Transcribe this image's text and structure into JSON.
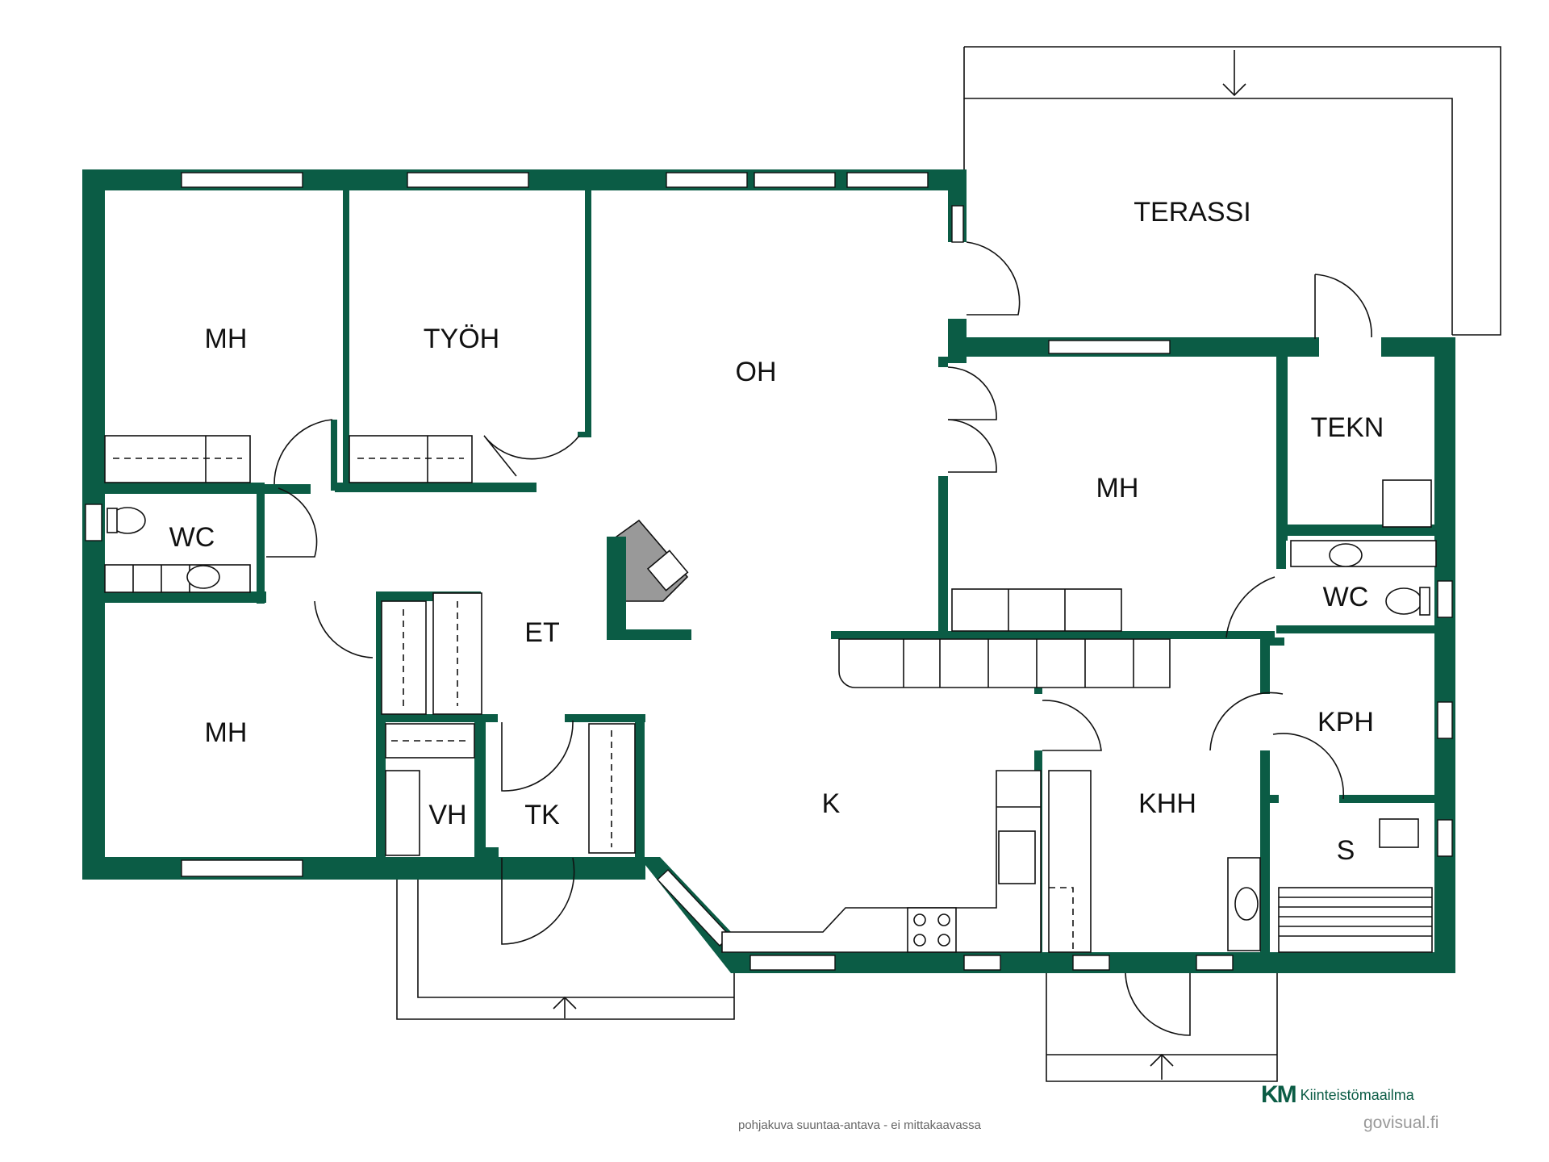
{
  "plan": {
    "rooms": [
      {
        "id": "mh1",
        "label": "MH"
      },
      {
        "id": "tyoh",
        "label": "TYÖH"
      },
      {
        "id": "oh",
        "label": "OH"
      },
      {
        "id": "terassi",
        "label": "TERASSI"
      },
      {
        "id": "tekn",
        "label": "TEKN"
      },
      {
        "id": "mh2",
        "label": "MH"
      },
      {
        "id": "wc1",
        "label": "WC"
      },
      {
        "id": "et",
        "label": "ET"
      },
      {
        "id": "wc2",
        "label": "WC"
      },
      {
        "id": "mh3",
        "label": "MH"
      },
      {
        "id": "kph",
        "label": "KPH"
      },
      {
        "id": "vh",
        "label": "VH"
      },
      {
        "id": "tk",
        "label": "TK"
      },
      {
        "id": "k",
        "label": "K"
      },
      {
        "id": "khh",
        "label": "KHH"
      },
      {
        "id": "s",
        "label": "S"
      }
    ],
    "colors": {
      "wall": "#0b5c45",
      "brand_light": "#18b36a"
    }
  },
  "footer": {
    "disclaimer": "pohjakuva suuntaa-antava - ei mittakaavassa",
    "brand_mark": "KM",
    "brand_name": "Kiinteistömaailma",
    "credit": "govisual.fi"
  }
}
